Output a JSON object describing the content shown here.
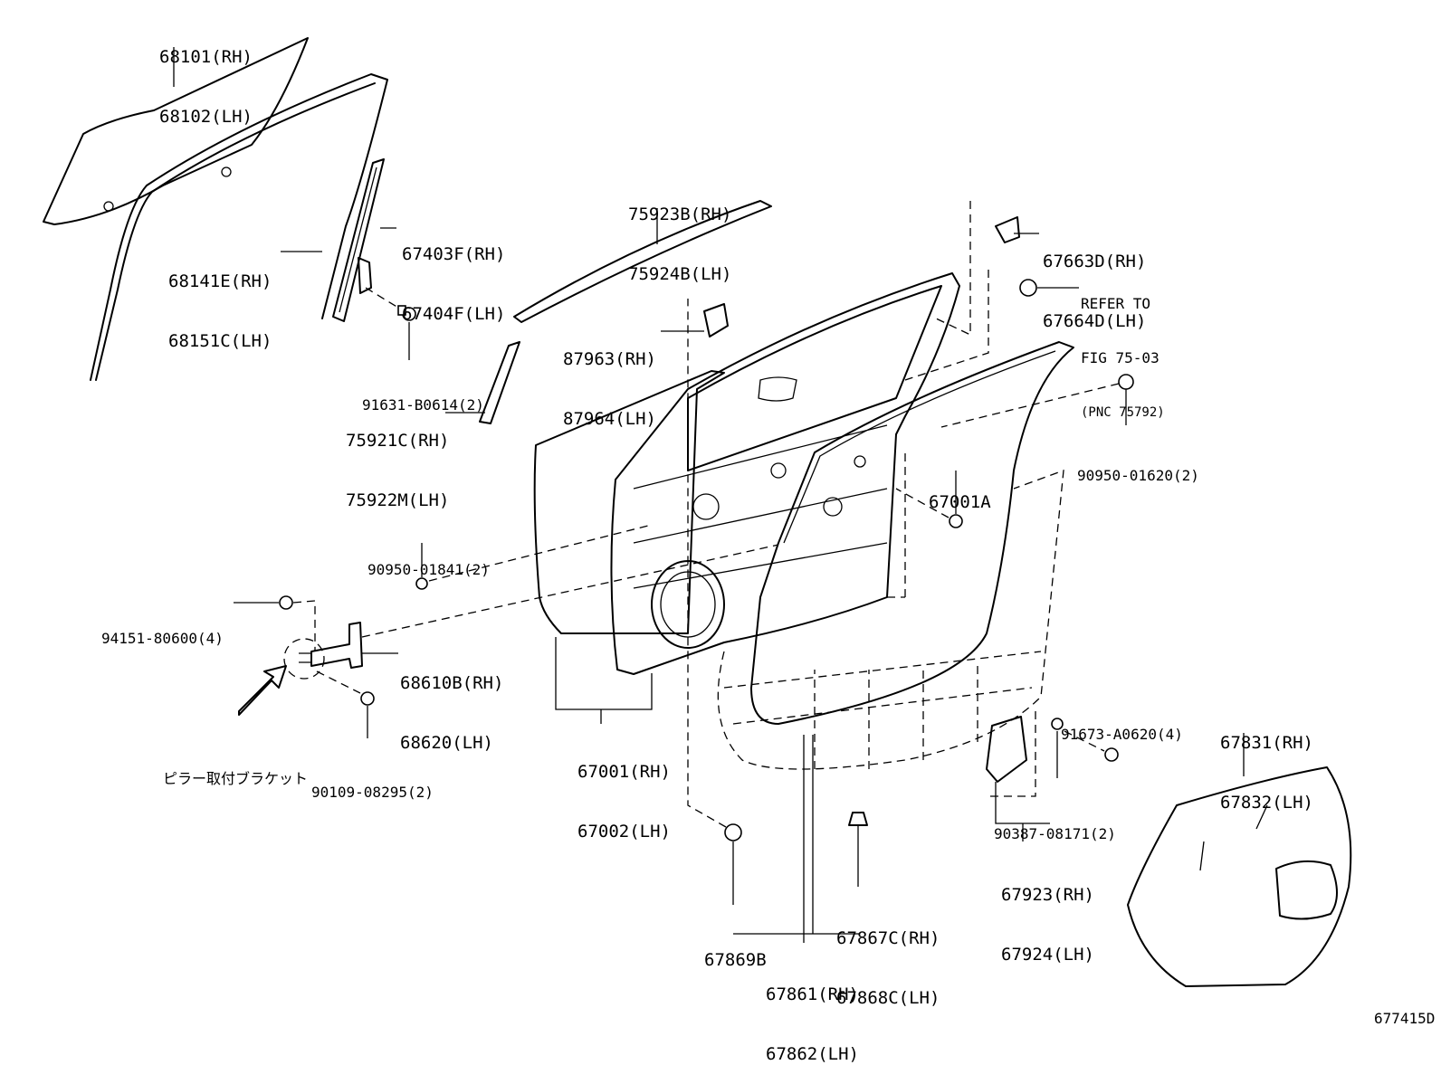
{
  "diagram_id": "677415D",
  "labels": {
    "p68101": [
      "68101(RH)",
      "68102(LH)"
    ],
    "p68141": [
      "68141E(RH)",
      "68151C(LH)"
    ],
    "p67403": [
      "67403F(RH)",
      "67404F(LH)"
    ],
    "p91631": [
      "91631-B0614(2)"
    ],
    "p75921": [
      "75921C(RH)",
      "75922M(LH)"
    ],
    "p75923": [
      "75923B(RH)",
      "75924B(LH)"
    ],
    "p87963": [
      "87963(RH)",
      "87964(LH)"
    ],
    "p67663": [
      "67663D(RH)",
      "67664D(LH)"
    ],
    "refer": [
      "REFER TO",
      "FIG 75-03",
      "(PNC 75792)"
    ],
    "p90950a": [
      "90950-01620(2)"
    ],
    "p67001a": [
      "67001A"
    ],
    "p90950b": [
      "90950-01841(2)"
    ],
    "p94151": [
      "94151-80600(4)"
    ],
    "p68610": [
      "68610B(RH)",
      "68620(LH)"
    ],
    "jp_note": "ピラー取付ブラケット",
    "p90109": [
      "90109-08295(2)"
    ],
    "p67001": [
      "67001(RH)",
      "67002(LH)"
    ],
    "p91673": [
      "91673-A0620(4)"
    ],
    "p67831": [
      "67831(RH)",
      "67832(LH)"
    ],
    "p90387": [
      "90387-08171(2)"
    ],
    "p67923": [
      "67923(RH)",
      "67924(LH)"
    ],
    "p67867": [
      "67867C(RH)",
      "67868C(LH)"
    ],
    "p67869": [
      "67869B"
    ],
    "p67861": [
      "67861(RH)",
      "67862(LH)"
    ]
  }
}
